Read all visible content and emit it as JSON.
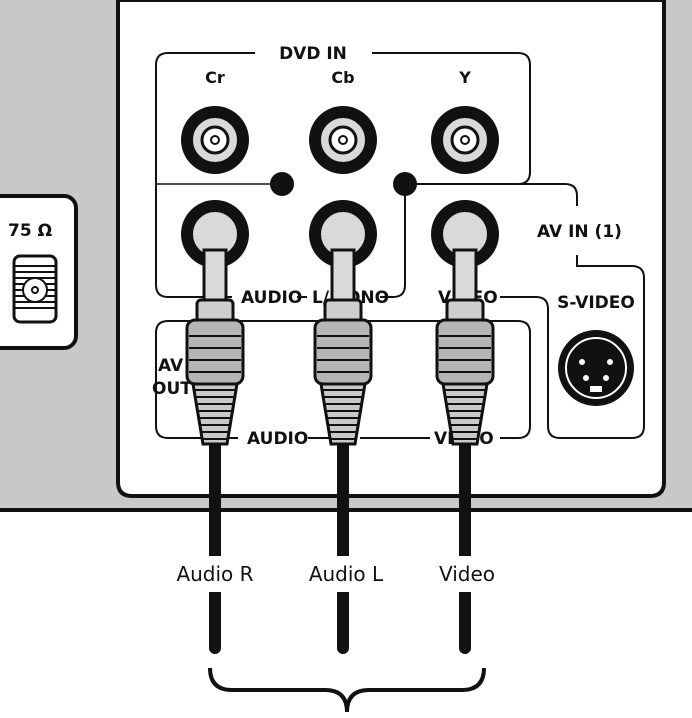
{
  "colors": {
    "panel_bg": "#ffffff",
    "device_bg": "#c8c8c8",
    "line": "#111111",
    "jack_ring": "#111111",
    "jack_inner": "#d9d9d9",
    "plug_shell": "#b5b5b5"
  },
  "antenna": {
    "label": "75 Ω"
  },
  "dvd_in": {
    "title": "DVD IN",
    "jacks": [
      {
        "label": "Cr"
      },
      {
        "label": "Cb"
      },
      {
        "label": "Y"
      }
    ]
  },
  "av_in": {
    "title": "AV IN (1)",
    "audio_label": "AUDIO",
    "mono_label": "L/MONO",
    "video_label": "VIDEO",
    "svideo_label": "S-VIDEO"
  },
  "av_out": {
    "title_line1": "AV",
    "title_line2": "OUT",
    "audio_label": "AUDIO",
    "video_label": "VIDEO"
  },
  "cables": [
    {
      "label": "Audio R"
    },
    {
      "label": "Audio L"
    },
    {
      "label": "Video"
    }
  ]
}
